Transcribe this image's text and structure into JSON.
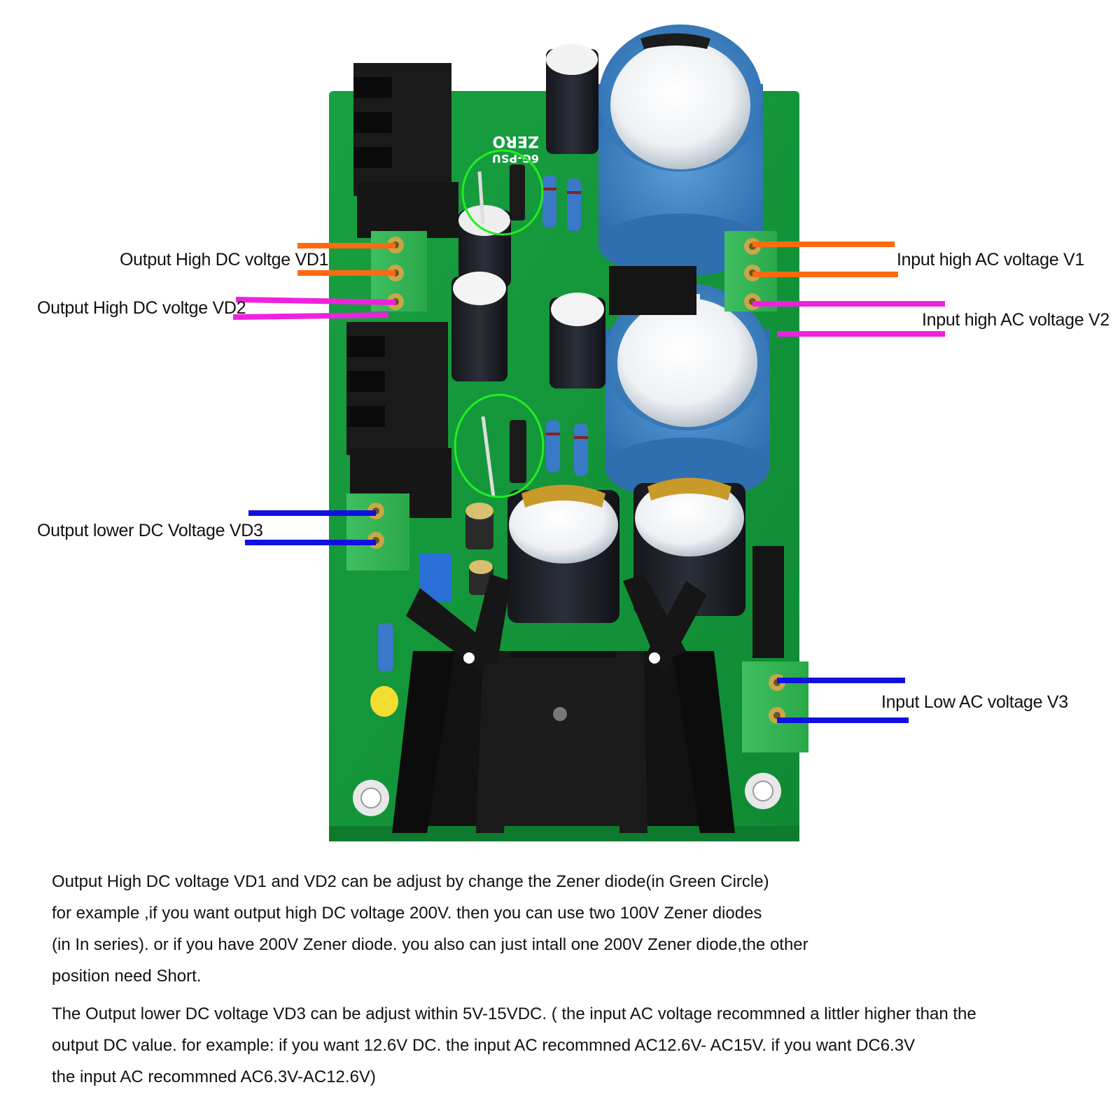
{
  "board": {
    "silkscreen_brand": "ZERO",
    "silkscreen_model": "6G-PSU"
  },
  "labels": {
    "vd1": "Output High DC voltge  VD1",
    "vd2": "Output High DC voltge  VD2",
    "vd3": "Output lower DC Voltage VD3",
    "v1": "Input high AC voltage  V1",
    "v2": "Input high AC voltage  V2",
    "v3": "Input Low AC voltage  V3"
  },
  "wire_colors": {
    "vd1_v1": "#ff6a10",
    "vd2_v2": "#ee22dd",
    "vd3_v3": "#1010e0"
  },
  "notes": {
    "line1": "Output High DC voltage VD1 and VD2 can be adjust by change the Zener diode(in Green Circle)",
    "line2": "for example ,if you want output high DC voltage 200V. then you can use two 100V Zener diodes",
    "line3": "(in In series). or if you have 200V Zener diode. you also can just intall one 200V Zener diode,the other",
    "line4": "position need Short.",
    "line5": "The Output lower DC voltage VD3 can be adjust within 5V-15VDC. ( the input AC voltage recommned a littler higher than the",
    "line6": "output DC value. for example: if you want 12.6V DC. the input AC recommned AC12.6V- AC15V. if you want DC6.3V",
    "line7": "the input AC recommned AC6.3V-AC12.6V)"
  }
}
